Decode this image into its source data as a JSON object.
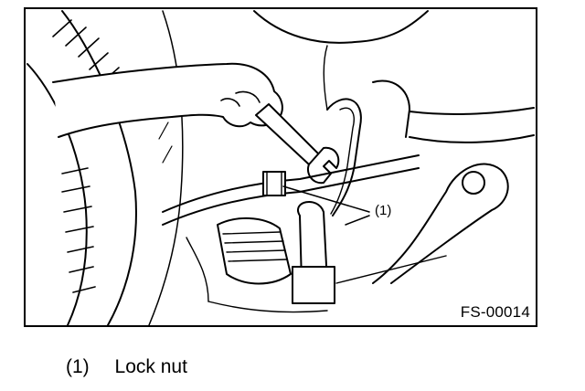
{
  "figure": {
    "id_code": "FS-00014",
    "callout_label": "(1)"
  },
  "legend": {
    "items": [
      {
        "number": "(1)",
        "name": "Lock nut"
      }
    ]
  },
  "icons": [
    "wrench-icon",
    "lock-nut-icon",
    "hand-icon",
    "tire-icon"
  ]
}
